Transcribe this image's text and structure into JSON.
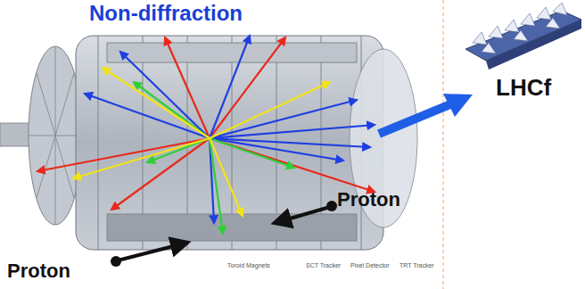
{
  "diagram": {
    "title": "Non-diffraction",
    "labels": [
      "LHCf",
      "Proton",
      "Proton",
      "Toroid Magnets",
      "SCT Tracker",
      "Pixel Detector",
      "TRT Tracker"
    ]
  }
}
